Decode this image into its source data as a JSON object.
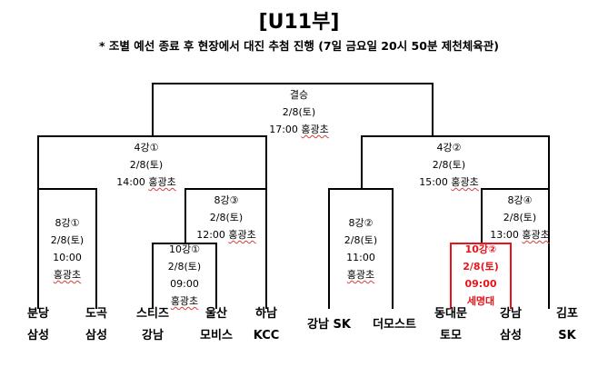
{
  "header": {
    "title": "[U11부]",
    "subtitle": "* 조별 예선 종료 후 현장에서 대진 추첨 진행 (7일 금요일 20시 50분 제천체육관)"
  },
  "matches": {
    "final": {
      "round": "결승",
      "date": "2/8(토)",
      "time": "17:00",
      "venue": "홍광초"
    },
    "semi1": {
      "round": "4강①",
      "date": "2/8(토)",
      "time": "14:00",
      "venue": "홍광초"
    },
    "semi2": {
      "round": "4강②",
      "date": "2/8(토)",
      "time": "15:00",
      "venue": "홍광초"
    },
    "qf1": {
      "round": "8강①",
      "date": "2/8(토)",
      "time": "10:00",
      "venue": "홍광초"
    },
    "qf3": {
      "round": "8강③",
      "date": "2/8(토)",
      "time": "12:00",
      "venue": "홍광초"
    },
    "qf2": {
      "round": "8강②",
      "date": "2/8(토)",
      "time": "11:00",
      "venue": "홍광초"
    },
    "qf4": {
      "round": "8강④",
      "date": "2/8(토)",
      "time": "13:00",
      "venue": "홍광초"
    },
    "r10_1": {
      "round": "10강①",
      "date": "2/8(토)",
      "time": "09:00",
      "venue": "홍광초"
    },
    "r10_2": {
      "round": "10강②",
      "date": "2/8(토)",
      "time": "09:00",
      "venue": "세명대"
    }
  },
  "teams": [
    {
      "line1": "분당",
      "line2": "삼성"
    },
    {
      "line1": "도곡",
      "line2": "삼성"
    },
    {
      "line1": "스티즈",
      "line2": "강남"
    },
    {
      "line1": "울산",
      "line2": "모비스"
    },
    {
      "line1": "하남",
      "line2": "KCC"
    },
    {
      "line1": "강남 SK",
      "line2": ""
    },
    {
      "line1": "더모스트",
      "line2": ""
    },
    {
      "line1": "동대문",
      "line2": "토모"
    },
    {
      "line1": "강남",
      "line2": "삼성"
    },
    {
      "line1": "김포",
      "line2": "SK"
    }
  ],
  "colors": {
    "line": "#000000",
    "highlight": "#e8141b",
    "venue_underline": "#d04040"
  }
}
